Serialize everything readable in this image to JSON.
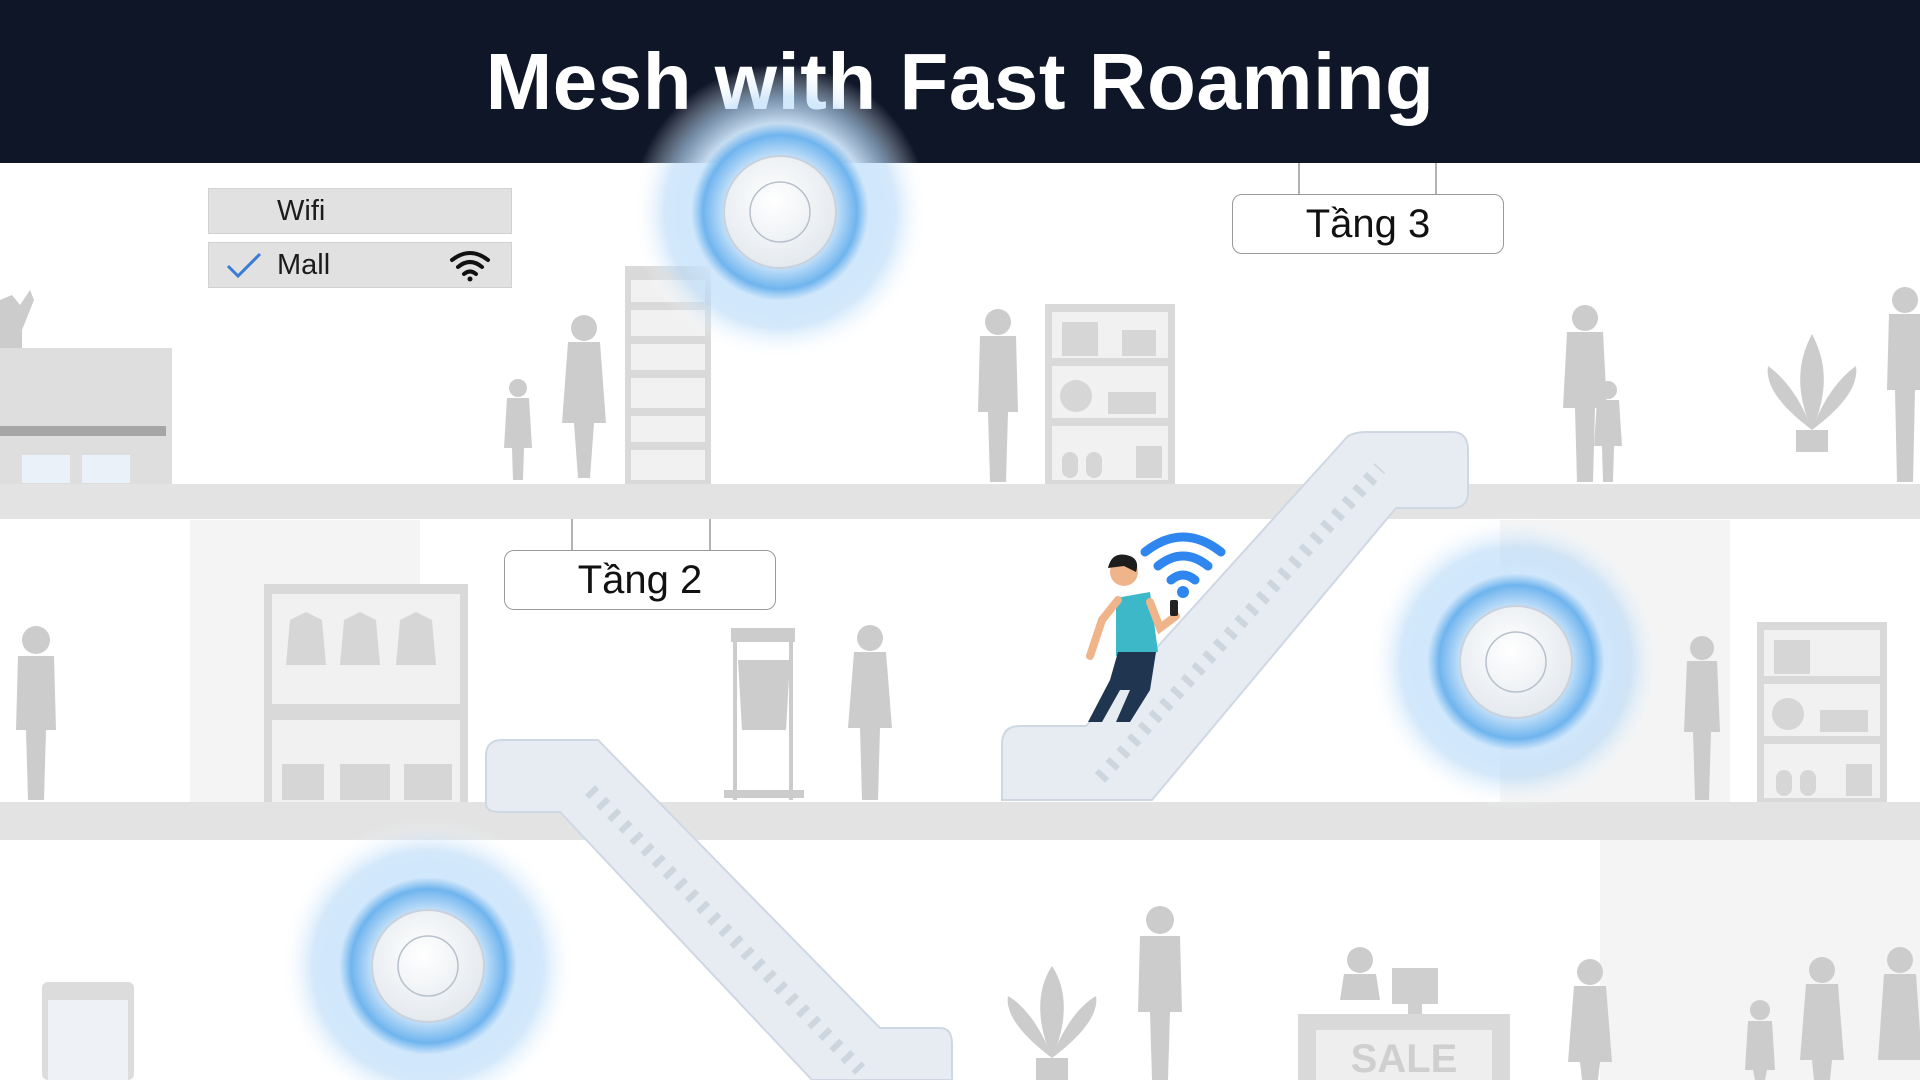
{
  "title": "Mesh with Fast Roaming",
  "wifi_panel": {
    "header": "Wifi",
    "network": "Mall",
    "check_icon": "check-icon",
    "signal_icon": "wifi-signal-icon"
  },
  "floors": [
    {
      "label": "Tầng 3"
    },
    {
      "label": "Tầng 2"
    }
  ],
  "sale_sign": "SALE",
  "colors": {
    "header_bg": "#0e1628",
    "header_text": "#ffffff",
    "silhouette": "#cccccc",
    "floor_slab": "#e3e3e3",
    "wifi_blue": "#2f86ef",
    "glow_blue": "#8dc4f2",
    "shirt": "#3db8c8",
    "pants": "#1f3550"
  }
}
